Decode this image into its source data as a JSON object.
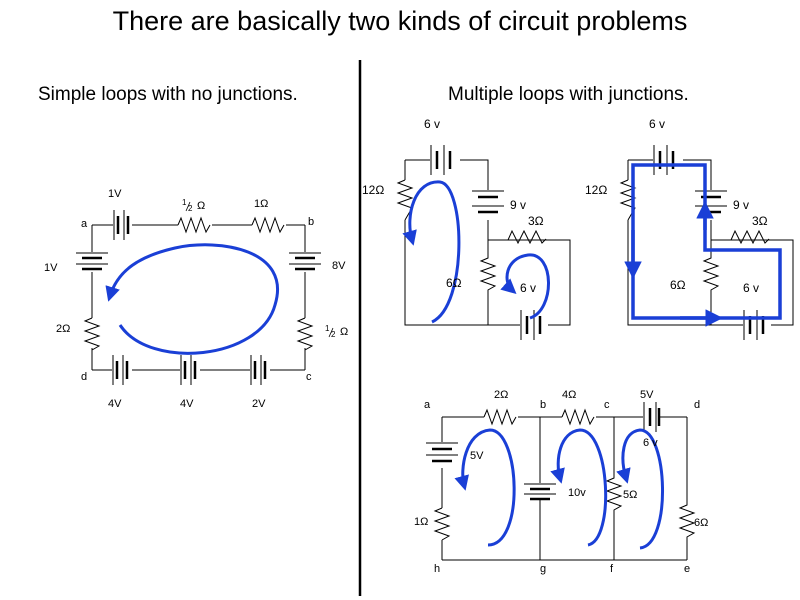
{
  "title": "There are basically two kinds of circuit problems",
  "subtitles": {
    "left": "Simple loops with no junctions.",
    "right": "Multiple loops with junctions."
  },
  "colors": {
    "arrow": "#1a3fd6",
    "wire": "#000000",
    "divider": "#000000"
  },
  "simple_loop": {
    "nodes": {
      "a": "a",
      "b": "b",
      "c": "c",
      "d": "d"
    },
    "labels": {
      "battery_top": "1V",
      "res_half_top_num": "1",
      "res_half_top_den": "2",
      "res_half_top_unit": "Ω",
      "res_top": "1Ω",
      "battery_left": "1V",
      "battery_right": "8V",
      "res_left": "2Ω",
      "res_half_right_num": "1",
      "res_half_right_den": "2",
      "res_half_right_unit": "Ω",
      "bat_bottom_1": "4V",
      "bat_bottom_2": "4V",
      "bat_bottom_3": "2V"
    }
  },
  "multi_loop_a": {
    "labels": {
      "battery_top": "6 v",
      "res_left": "12Ω",
      "battery_mid": "9 v",
      "res_right": "3Ω",
      "res_mid": "6Ω",
      "battery_bottom": "6 v"
    }
  },
  "multi_loop_b": {
    "labels": {
      "battery_top": "6 v",
      "res_left": "12Ω",
      "battery_mid": "9 v",
      "res_right": "3Ω",
      "res_mid": "6Ω",
      "battery_bottom": "6 v"
    }
  },
  "ladder": {
    "nodes": {
      "a": "a",
      "b": "b",
      "c": "c",
      "d": "d",
      "e": "e",
      "f": "f",
      "g": "g",
      "h": "h"
    },
    "labels": {
      "res_ab": "2Ω",
      "res_bc": "4Ω",
      "battery_cd": "5V",
      "battery_cd_inner": "6 v",
      "battery_left": "5V",
      "res_left": "1Ω",
      "battery_mid": "10v",
      "res_mid": "5Ω",
      "res_right": "6Ω"
    }
  }
}
